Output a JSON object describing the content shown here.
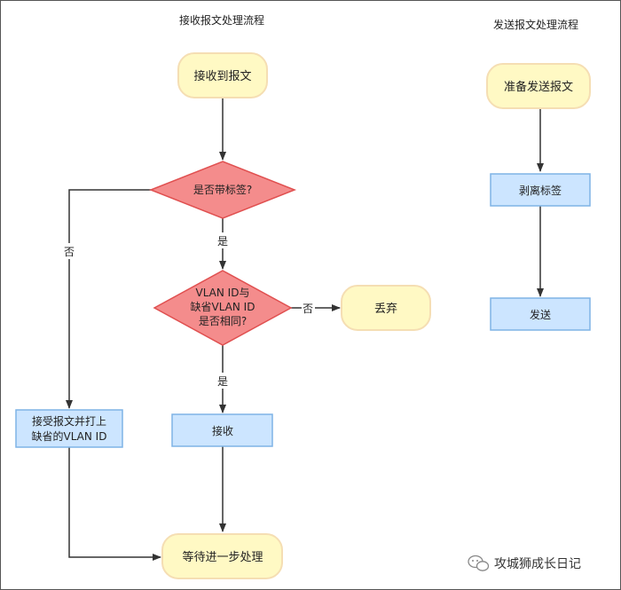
{
  "titles": {
    "receive": "接收报文处理流程",
    "send": "发送报文处理流程"
  },
  "receive_flow": {
    "start": "接收到报文",
    "decision_tagged": "是否带标签?",
    "decision_vlan": [
      "VLAN ID与",
      "缺省VLAN ID",
      "是否相同?"
    ],
    "discard": "丢弃",
    "accept": "接收",
    "accept_tag": [
      "接受报文并打上",
      "缺省的VLAN ID"
    ],
    "end": "等待进一步处理",
    "label_no_left": "否",
    "label_yes_1": "是",
    "label_yes_2": "是",
    "label_no_right": "否"
  },
  "send_flow": {
    "start": "准备发送报文",
    "strip": "剥离标签",
    "send": "发送"
  },
  "watermark": "攻城狮成长日记",
  "colors": {
    "terminal_fill": "#fff9c4",
    "terminal_stroke": "#f5deb3",
    "decision_fill": "#f48c8c",
    "decision_stroke": "#e05050",
    "process_fill": "#cce5ff",
    "process_stroke": "#7fb3e6",
    "line": "#333333",
    "border": "#555555"
  }
}
